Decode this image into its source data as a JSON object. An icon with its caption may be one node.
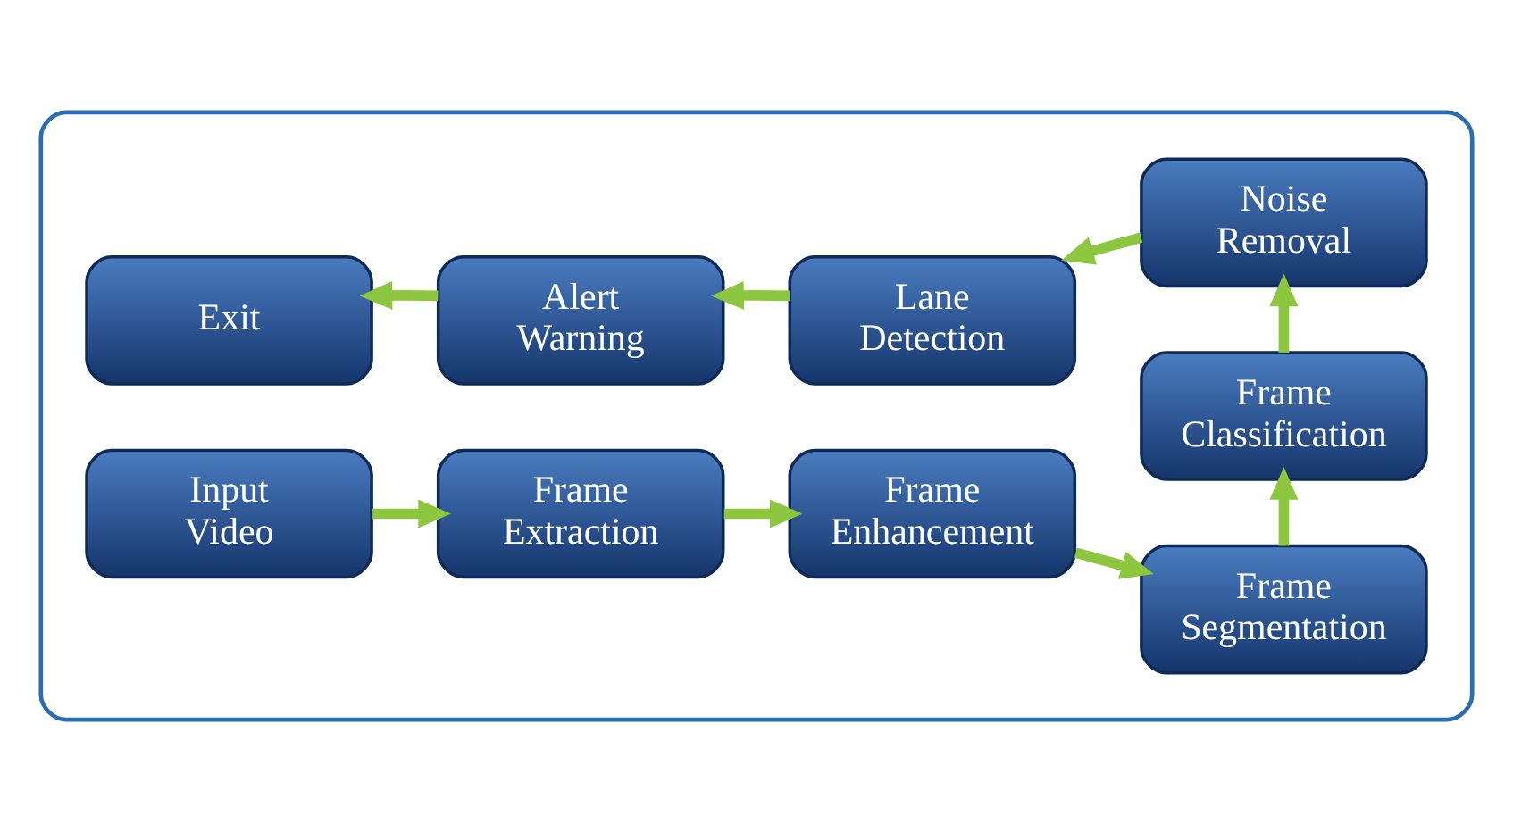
{
  "diagram": {
    "nodes": [
      {
        "text": [],
        "shape": "box"
      },
      {
        "text": [
          "Input Video"
        ],
        "in": 0
      },
      {
        "text": [
          "Frame Extraction"
        ],
        "in": 0
      },
      {
        "text": [
          "Frame Enhancement"
        ],
        "in": 0
      },
      {
        "text": [
          "Frame Segmentation"
        ],
        "in": 0
      },
      {
        "text": [
          "Frame Classification"
        ],
        "in": 0
      },
      {
        "text": [
          "Noise Removal"
        ],
        "in": 0
      },
      {
        "text": [
          "Lane Detection"
        ],
        "in": 0
      },
      {
        "text": [
          "Alert Warning"
        ],
        "in": 0
      },
      {
        "text": [
          "Exit"
        ],
        "in": 0
      }
    ],
    "edges": [
      {
        "from": 1,
        "to": 2,
        "arrow": "to"
      },
      {
        "from": 2,
        "to": 3,
        "arrow": "to"
      },
      {
        "from": 3,
        "to": 4,
        "arrow": "to"
      },
      {
        "from": 4,
        "to": 5,
        "arrow": "to"
      },
      {
        "from": 5,
        "to": 6,
        "arrow": "to"
      },
      {
        "from": 6,
        "to": 7,
        "arrow": "to"
      },
      {
        "from": 7,
        "to": 8,
        "arrow": "to"
      },
      {
        "from": 8,
        "to": 9,
        "arrow": "to"
      }
    ]
  }
}
